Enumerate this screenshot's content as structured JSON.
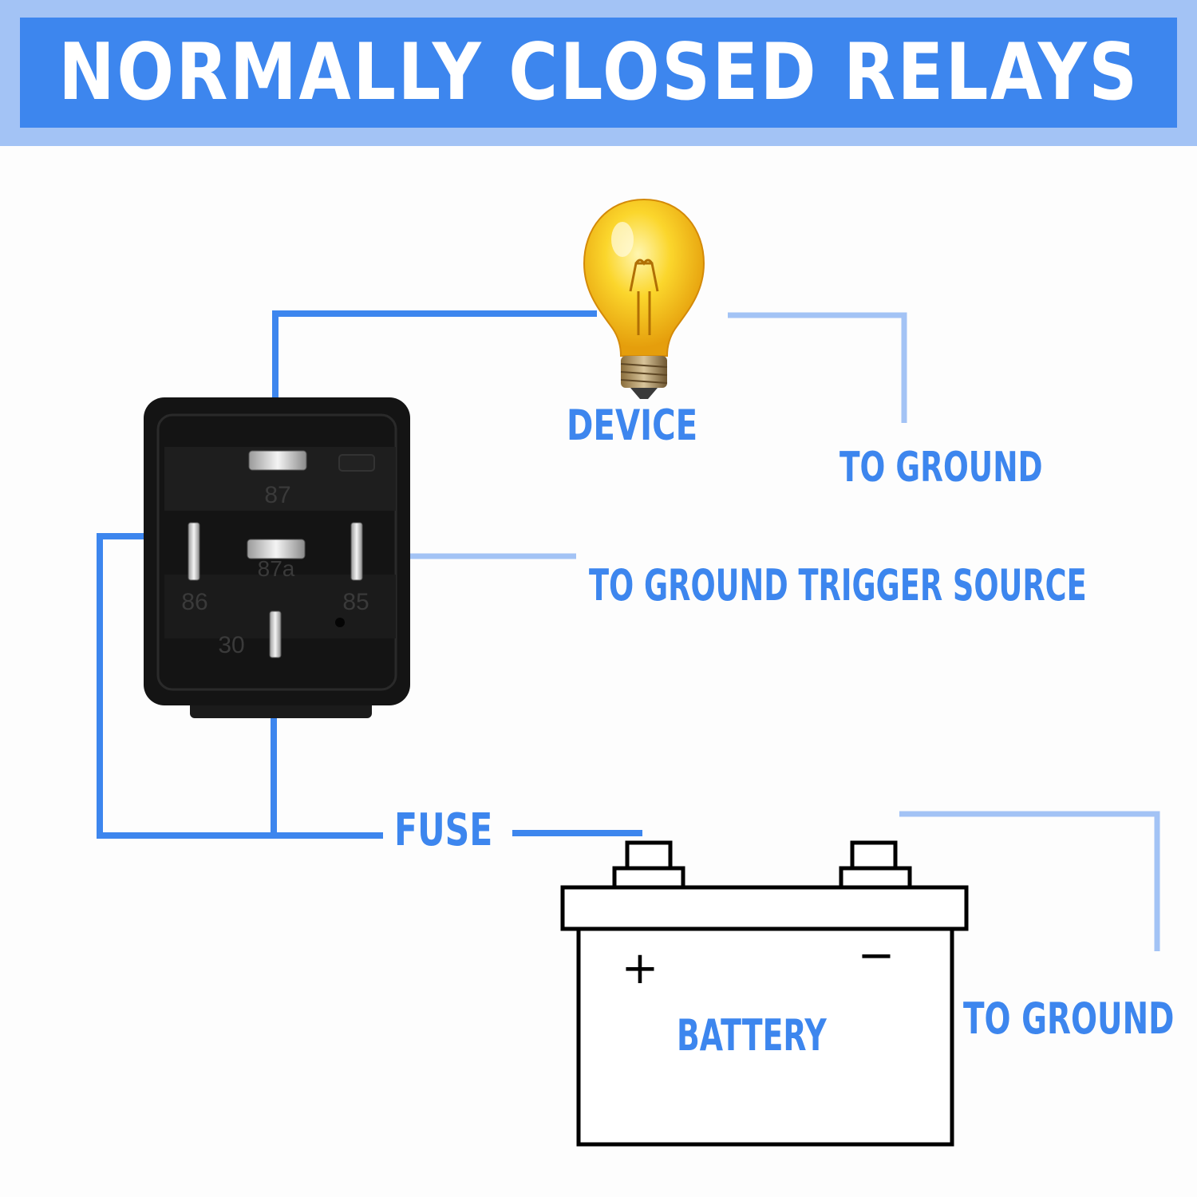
{
  "title": "NORMALLY CLOSED RELAYS",
  "labels": {
    "device": "DEVICE",
    "to_ground_top": "TO GROUND",
    "to_ground_trigger": "TO GROUND TRIGGER SOURCE",
    "fuse": "FUSE",
    "battery": "BATTERY",
    "to_ground_bottom": "TO GROUND",
    "battery_plus": "+",
    "battery_minus": "−"
  },
  "relay_pins": {
    "p87": "87",
    "p87a": "87a",
    "p86": "86",
    "p85": "85",
    "p30": "30"
  },
  "colors": {
    "wire_primary": "#3d86ee",
    "wire_secondary": "#a3c3f5",
    "relay_body": "#141414",
    "bulb_glass": "#f7c417"
  },
  "icons": {
    "device": "light-bulb-icon",
    "relay": "relay-icon",
    "battery": "battery-icon"
  }
}
